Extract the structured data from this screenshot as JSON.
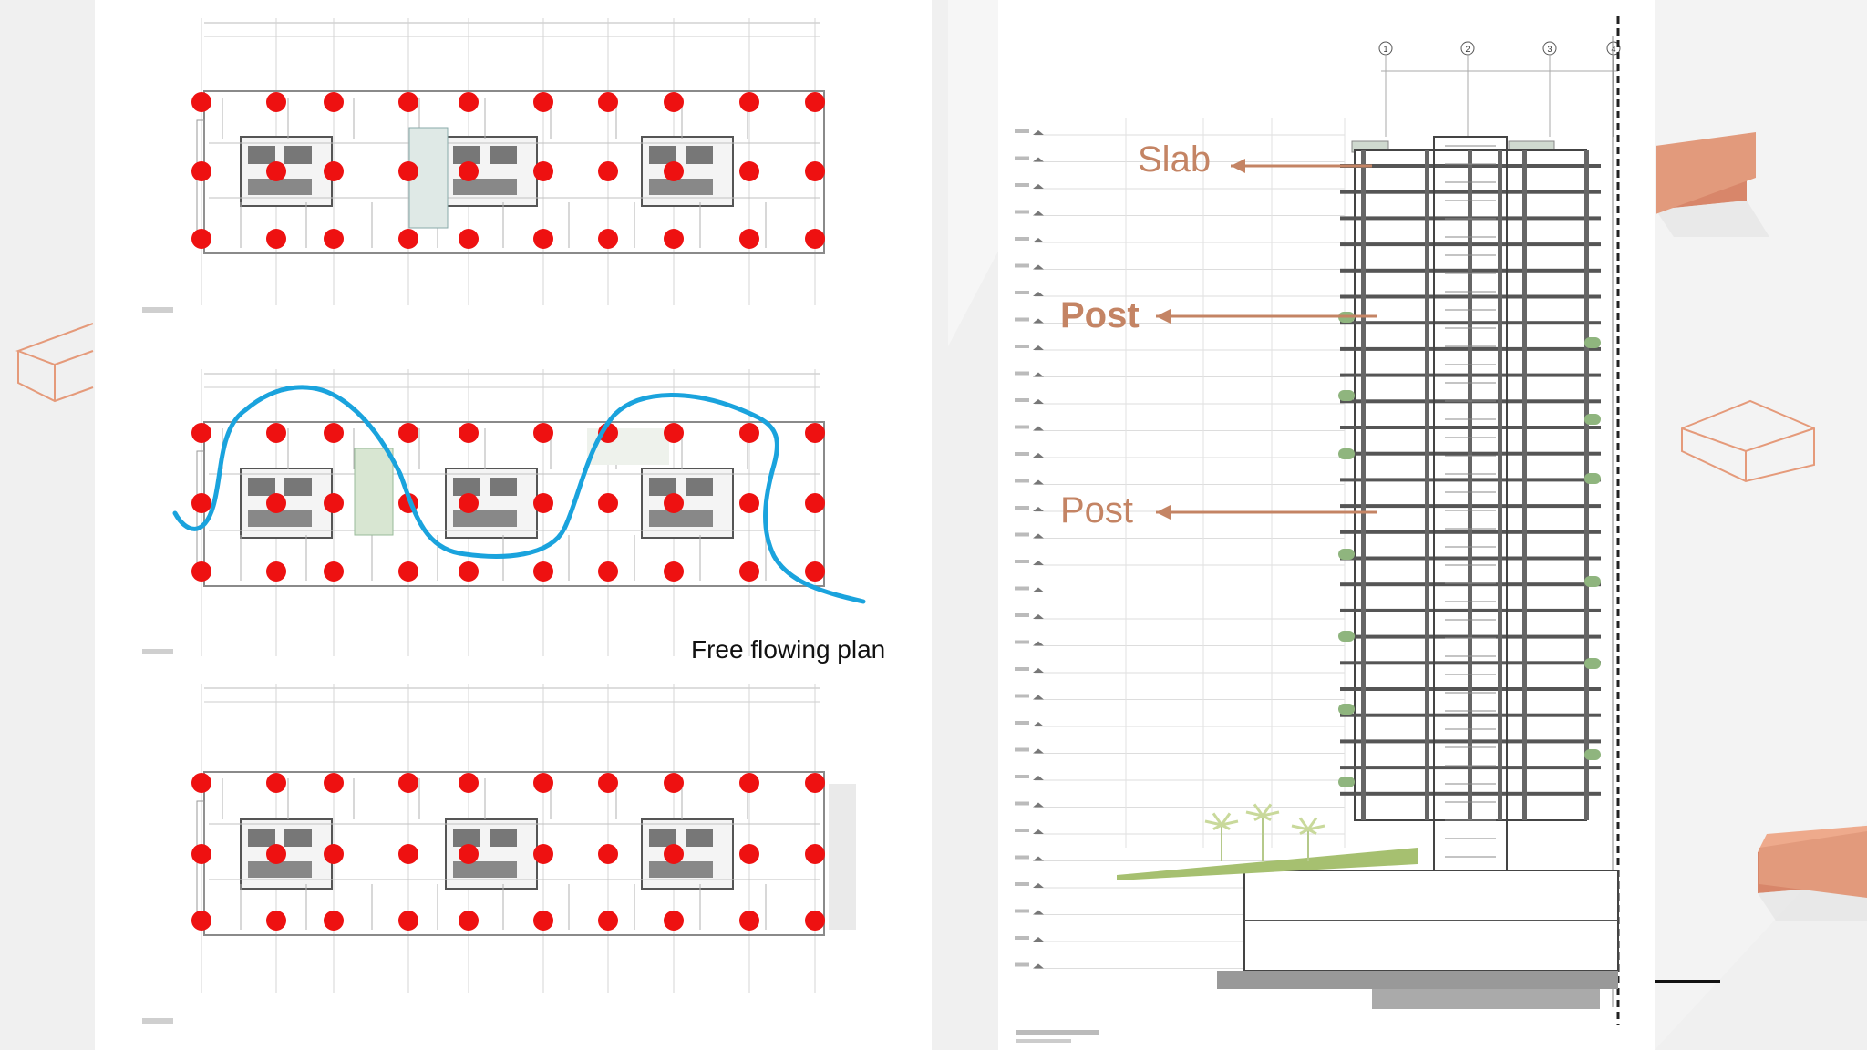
{
  "plans": {
    "annotation": "Free flowing plan",
    "accent_color": "#1aa3dd",
    "column_color": "#ee1111"
  },
  "section": {
    "slab_label": "Slab",
    "post_label_bold": "Post",
    "post_label": "Post",
    "annotation_color": "#c48464",
    "grid_bubbles": [
      "1",
      "2",
      "3",
      "4"
    ]
  },
  "decor": {
    "block_color": "#e59a7a",
    "outline_color": "#e59a7a"
  }
}
